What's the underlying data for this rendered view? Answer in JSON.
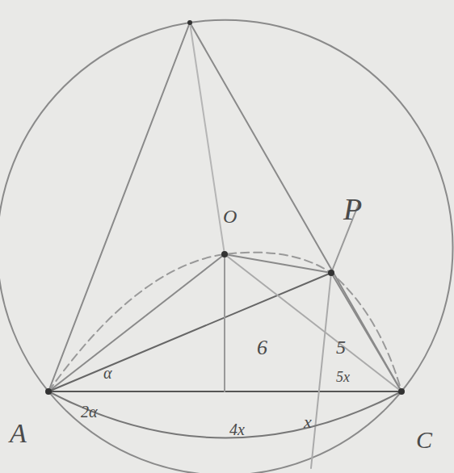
{
  "diagram": {
    "labels": [
      "O",
      "P",
      "A",
      "C",
      "α",
      "2α",
      "6",
      "5",
      "4x",
      "5x",
      "x"
    ]
  }
}
